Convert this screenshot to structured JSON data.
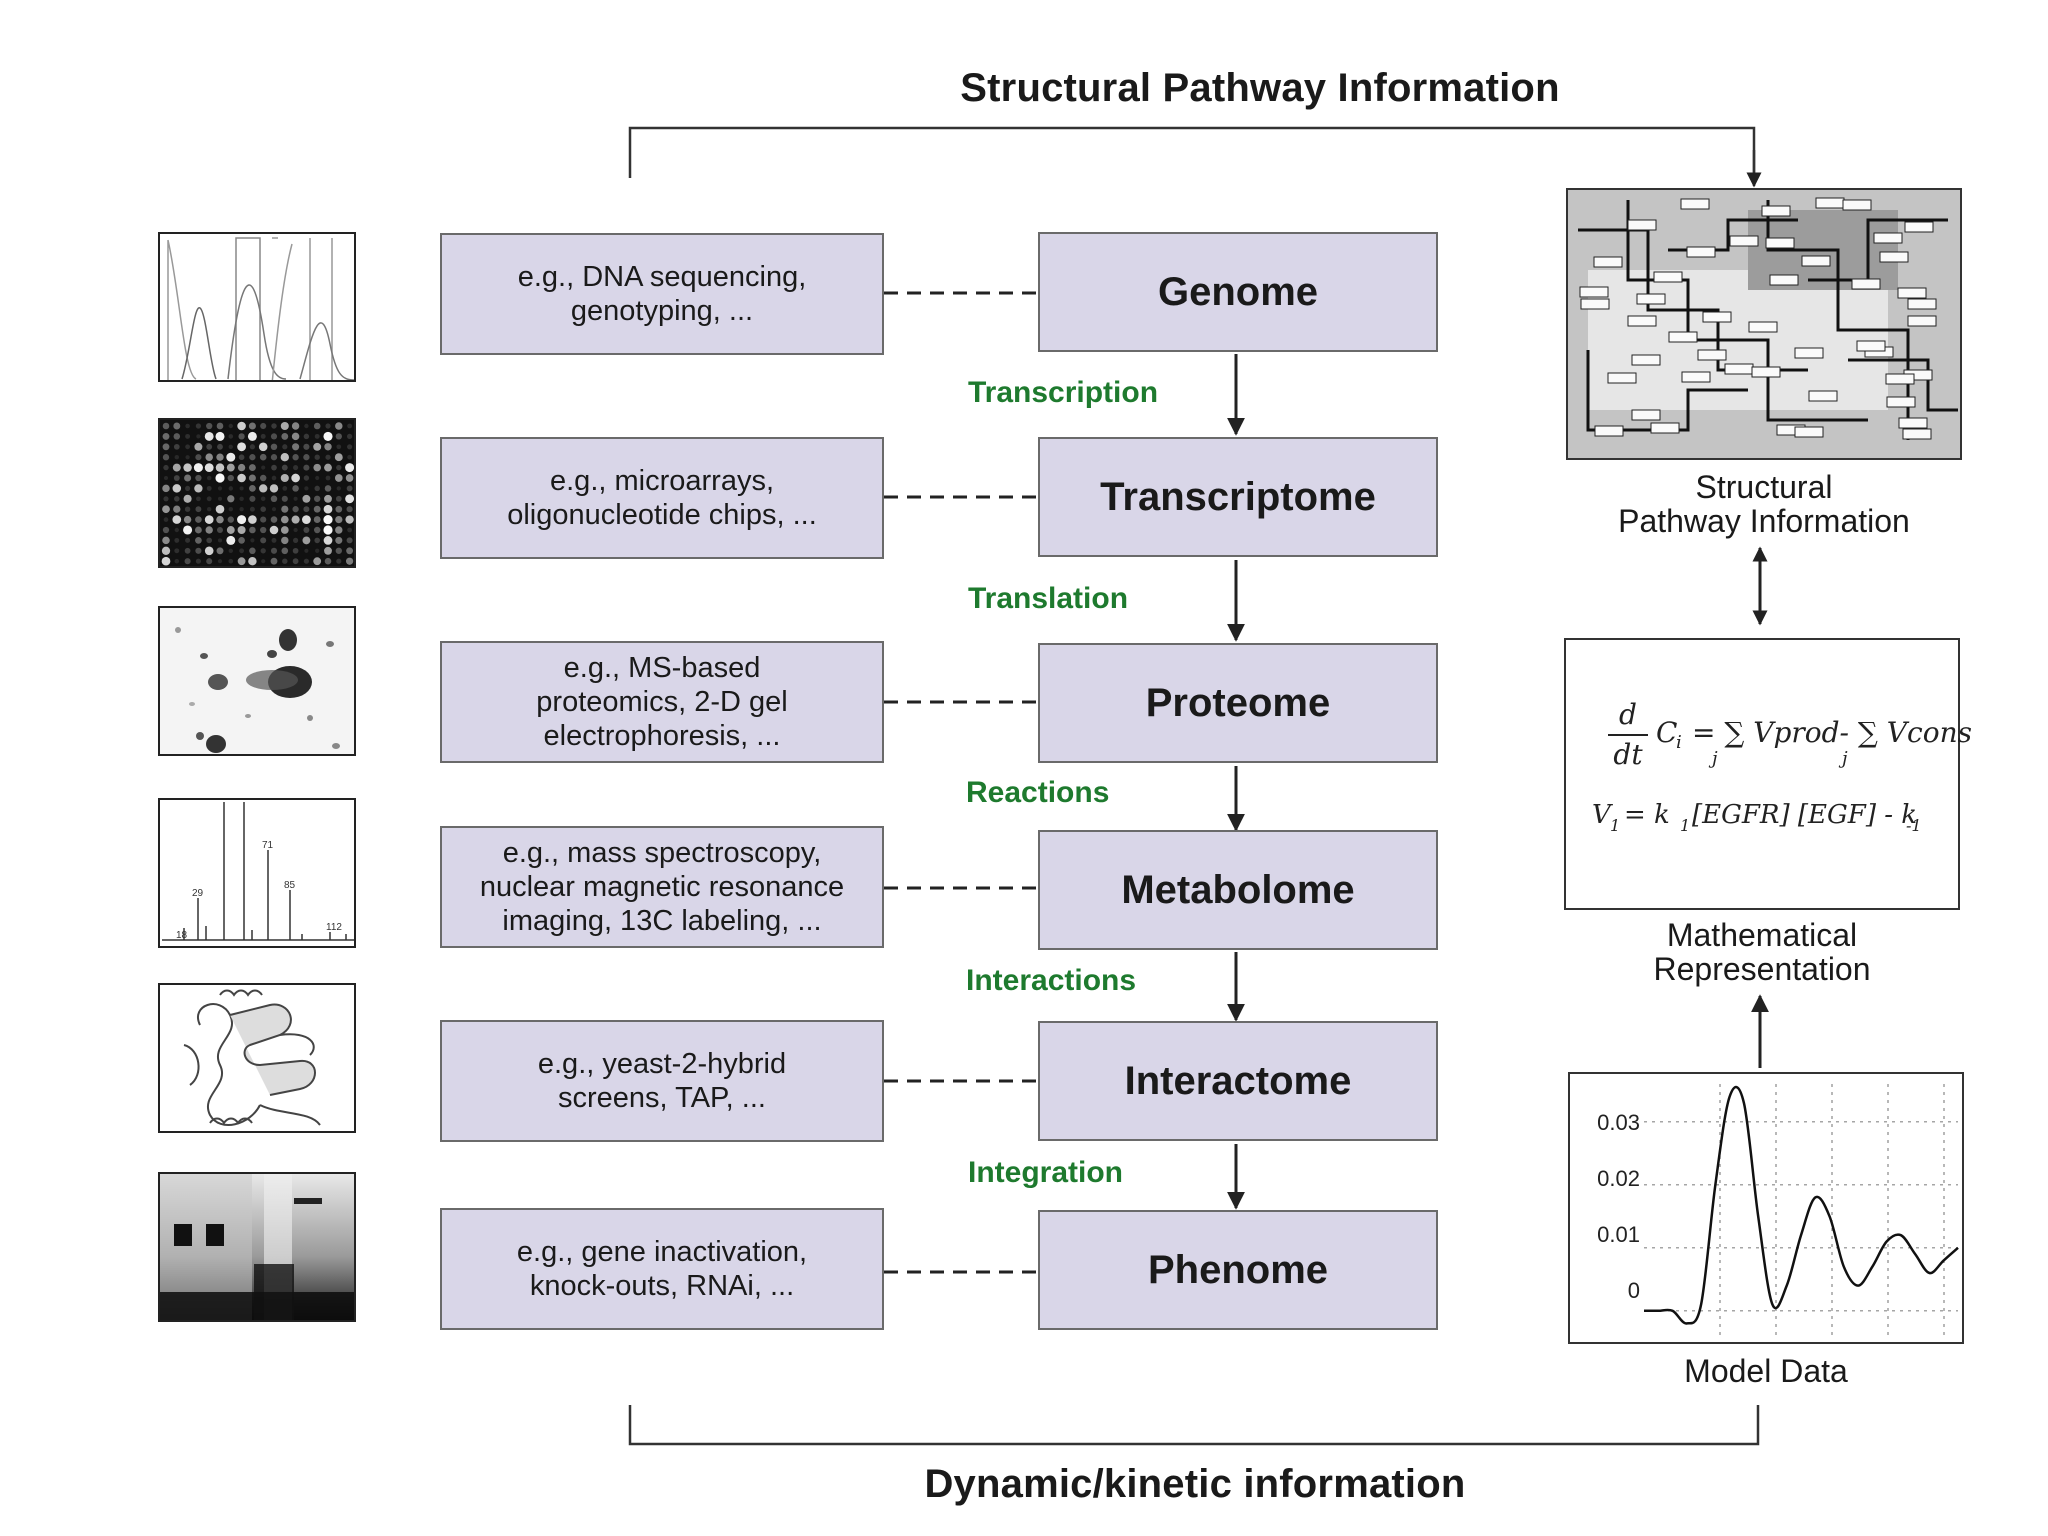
{
  "titles": {
    "top": "Structural Pathway Information",
    "bottom": "Dynamic/kinetic information"
  },
  "levels": [
    {
      "name": "Genome",
      "methods": "e.g., DNA sequencing,\ngenotyping, ..."
    },
    {
      "name": "Transcriptome",
      "methods": "e.g., microarrays,\noligonucleotide chips, ..."
    },
    {
      "name": "Proteome",
      "methods": "e.g., MS-based\nproteomics, 2-D gel\nelectrophoresis, ..."
    },
    {
      "name": "Metabolome",
      "methods": "e.g., mass spectroscopy,\nnuclear magnetic resonance\nimaging, 13C labeling, ..."
    },
    {
      "name": "Interactome",
      "methods": "e.g.,  yeast-2-hybrid\nscreens, TAP, ..."
    },
    {
      "name": "Phenome",
      "methods": "e.g., gene inactivation,\nknock-outs, RNAi, ..."
    }
  ],
  "steps": [
    "Transcription",
    "Translation",
    "Reactions",
    "Interactions",
    "Integration"
  ],
  "right": {
    "pathway_label": "Structural\nPathway Information",
    "math_label": "Mathematical\nRepresentation",
    "model_label": "Model Data",
    "equation": {
      "line1_d": "d",
      "line1_dt": "dt",
      "line1_rest": "C",
      "line1_sub": "i",
      "line1_mid": "= ∑ Vprod- ∑ Vcons",
      "line1_j": "j",
      "line2": "V",
      "line2_sub": "1",
      "line2_rest": "= k",
      "line2_k_sub": "1",
      "line2_tail": "[EGFR] [EGF] - k",
      "line2_tail_sub": "-1"
    },
    "model_ticks": [
      "0.03",
      "0.02",
      "0.01",
      "0"
    ]
  },
  "thumb_labels": {
    "ms_peaks": [
      "29",
      "71",
      "85",
      "18",
      "112"
    ]
  },
  "chart_data": {
    "type": "line",
    "title": "",
    "xlabel": "",
    "ylabel": "",
    "y_ticks": [
      0,
      0.01,
      0.02,
      0.03
    ],
    "ylim": [
      -0.004,
      0.036
    ],
    "grid": true,
    "series": [
      {
        "values": [
          0,
          0,
          0,
          -0.002,
          0.001,
          0.02,
          0.034,
          0.033,
          0.015,
          0.001,
          0.004,
          0.012,
          0.018,
          0.015,
          0.007,
          0.004,
          0.007,
          0.011,
          0.012,
          0.009,
          0.006,
          0.008,
          0.01
        ]
      }
    ]
  }
}
